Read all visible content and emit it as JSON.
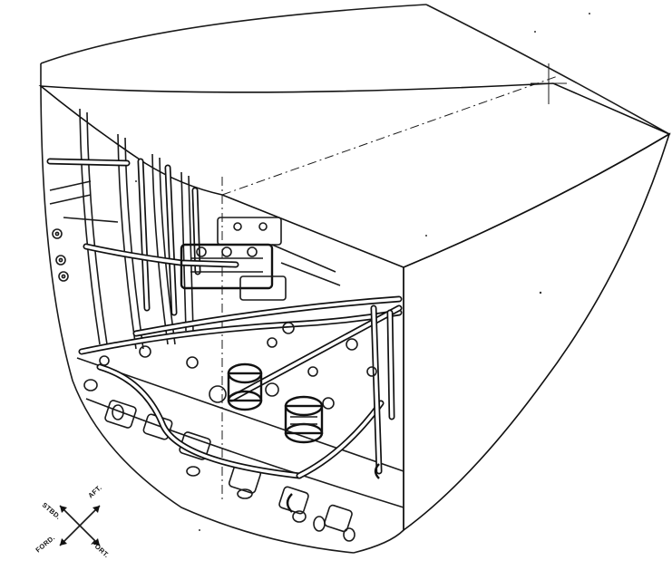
{
  "diagram": {
    "compass": {
      "labels": {
        "stbd": "STBD.",
        "aft": "AFT.",
        "ford": "FORD.",
        "port": "PORT."
      }
    }
  }
}
